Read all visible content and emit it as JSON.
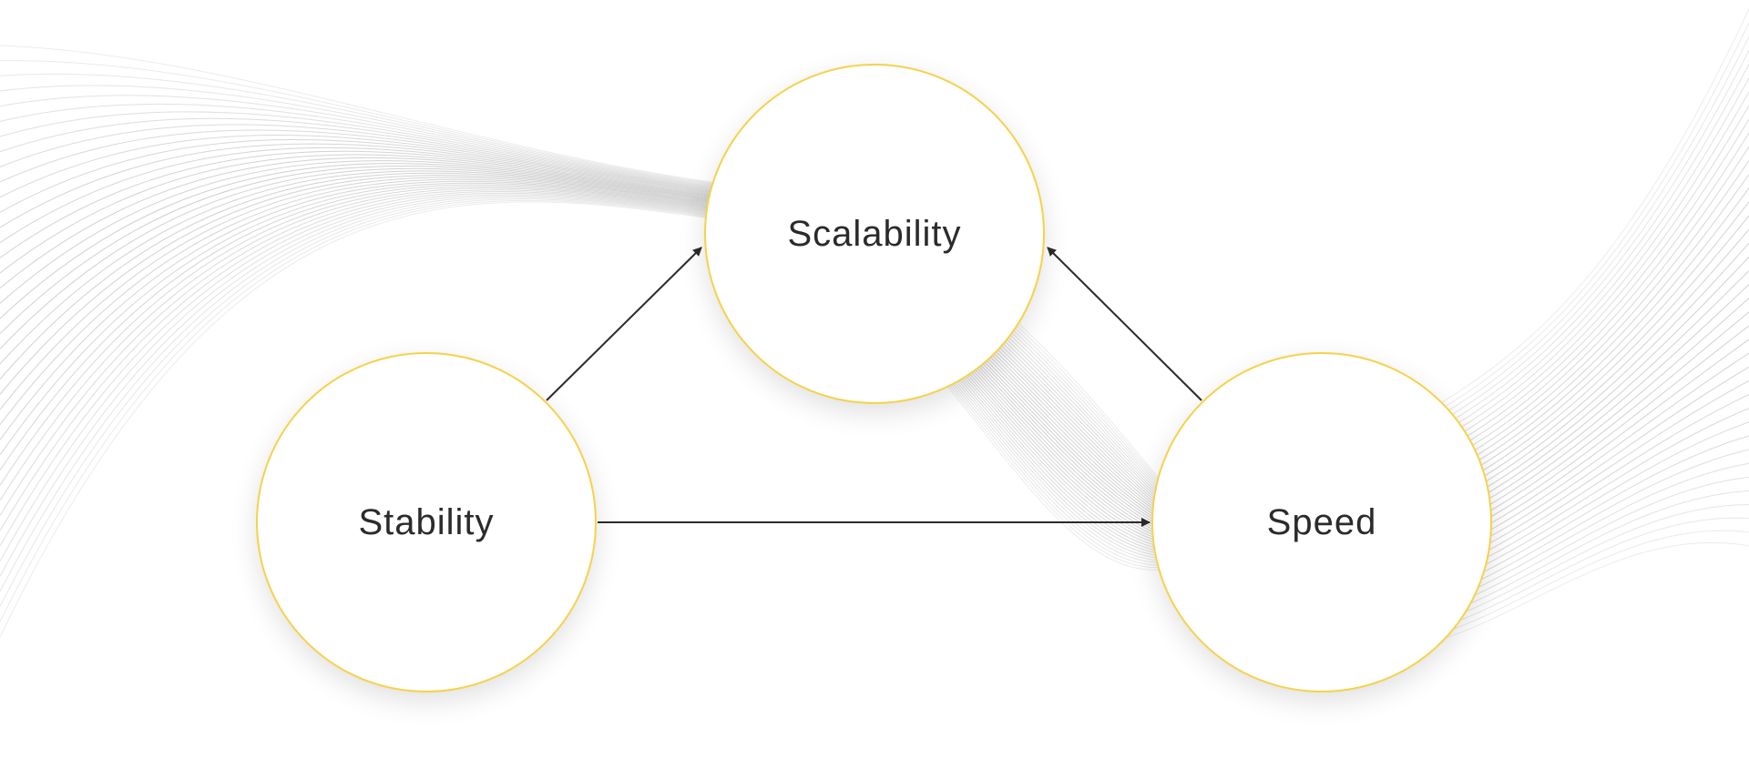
{
  "nodes": {
    "scalability": "Scalability",
    "stability": "Stability",
    "speed": "Speed"
  },
  "edges": [
    {
      "from": "Stability",
      "to": "Scalability"
    },
    {
      "from": "Speed",
      "to": "Scalability"
    },
    {
      "from": "Stability",
      "to": "Speed"
    }
  ],
  "colors": {
    "node_border": "#f5d24a",
    "arrow": "#2b2b2b",
    "wave": "#c8c8c8"
  }
}
